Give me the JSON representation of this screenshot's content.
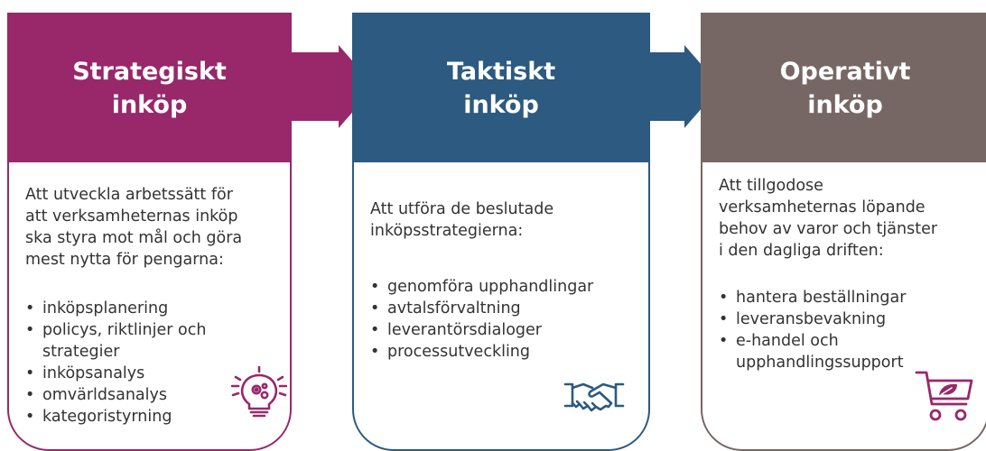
{
  "colors": {
    "strategic": "#98286a",
    "tactical": "#2c5a80",
    "operative": "#766765",
    "text": "#333333"
  },
  "columns": [
    {
      "title_line1": "Strategiskt",
      "title_line2": "inköp",
      "intro": [
        "Att utveckla arbetssätt för",
        "att verksamheternas inköp",
        "ska styra mot mål och göra",
        "mest nytta för pengarna:"
      ],
      "items": [
        "inköpsplanering",
        "policys, riktlinjer och strategier",
        "inköpsanalys",
        "omvärldsanalys",
        "kategoristyrning"
      ],
      "icon": "lightbulb-gears-icon"
    },
    {
      "title_line1": "Taktiskt",
      "title_line2": "inköp",
      "intro": [
        "Att utföra de beslutade",
        "inköpsstrategierna:"
      ],
      "items": [
        "genomföra upphandlingar",
        "avtalsförvaltning",
        "leverantörsdialoger",
        "processutveckling"
      ],
      "icon": "handshake-icon"
    },
    {
      "title_line1": "Operativt",
      "title_line2": "inköp",
      "intro": [
        "Att tillgodose",
        "verksamheternas löpande",
        "behov av varor och tjänster",
        "i den dagliga driften:"
      ],
      "items": [
        "hantera beställningar",
        "leveransbevakning",
        "e-handel och upphandlingssupport"
      ],
      "icon": "shopping-cart-leaf-icon"
    }
  ]
}
